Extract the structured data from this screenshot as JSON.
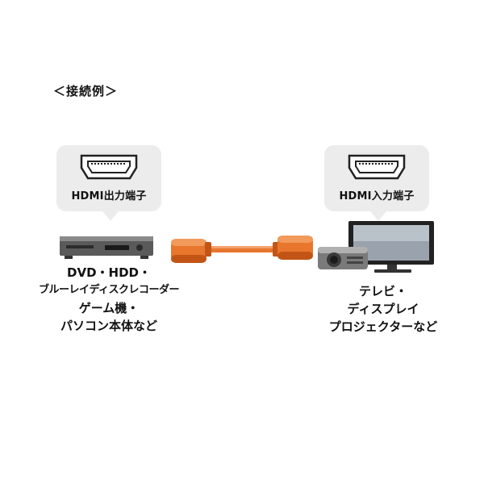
{
  "heading": "＜接続例＞",
  "left": {
    "port_label": "HDMI出力端子",
    "lines": [
      "DVD・HDD・",
      "ブルーレイディスクレコーダー",
      "ゲーム機・",
      "パソコン本体など"
    ]
  },
  "right": {
    "port_label": "HDMI入力端子",
    "lines": [
      "テレビ・",
      "ディスプレイ",
      "プロジェクターなど"
    ]
  },
  "colors": {
    "cable": "#e8762c",
    "cable_shade": "#c25516",
    "bubble": "#ececec"
  }
}
